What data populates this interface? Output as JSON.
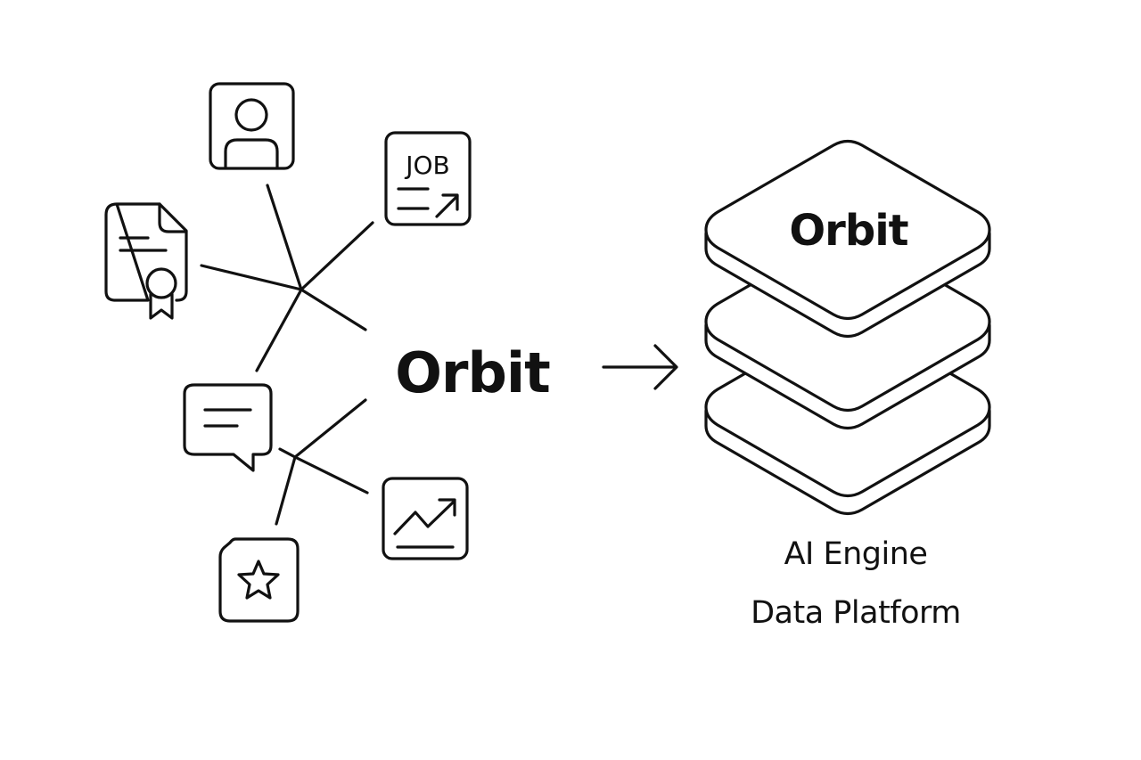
{
  "diagram": {
    "center_label": "Orbit",
    "stack_label": "Orbit",
    "captions": [
      "AI Engine",
      "Data Platform"
    ],
    "sources": [
      {
        "name": "profile",
        "icon": "person-icon"
      },
      {
        "name": "job",
        "icon": "job-posting-icon",
        "text": "JOB"
      },
      {
        "name": "certificate",
        "icon": "certificate-icon"
      },
      {
        "name": "message",
        "icon": "chat-bubble-icon"
      },
      {
        "name": "growth",
        "icon": "trend-chart-icon"
      },
      {
        "name": "rating",
        "icon": "star-card-icon"
      }
    ],
    "flow": {
      "from": "Orbit",
      "to": "Orbit stack",
      "arrow": "arrow-right-icon"
    },
    "stack_layers": 3,
    "colors": {
      "ink": "#111111",
      "background": "#ffffff"
    }
  }
}
